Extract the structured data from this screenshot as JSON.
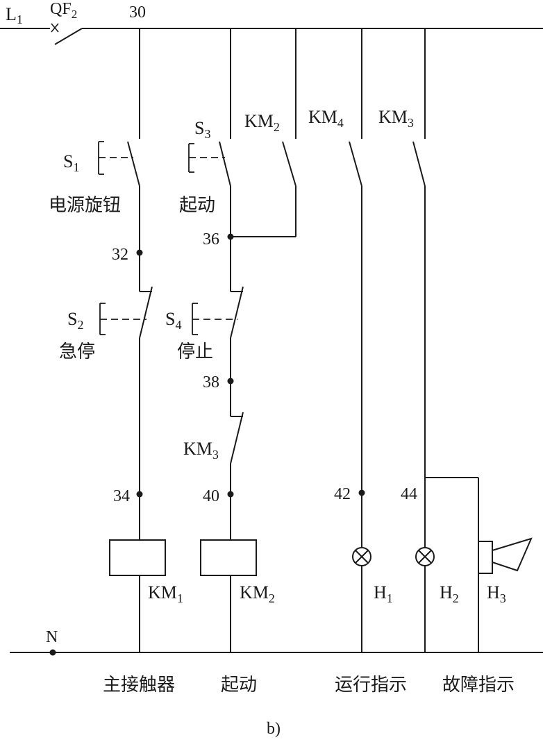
{
  "diagram": {
    "caption": "b)",
    "supply": {
      "l1_main": "L",
      "l1_sub": "1",
      "breaker_main": "QF",
      "breaker_sub": "2",
      "neutral": "N",
      "node_30": "30"
    },
    "contacts": {
      "s1": {
        "main": "S",
        "sub": "1",
        "name": "电源旋钮"
      },
      "s2": {
        "main": "S",
        "sub": "2",
        "name": "急停"
      },
      "s3": {
        "main": "S",
        "sub": "3",
        "name": "起动"
      },
      "s4": {
        "main": "S",
        "sub": "4",
        "name": "停止"
      },
      "km2_aux": {
        "main": "KM",
        "sub": "2"
      },
      "km3_nc": {
        "main": "KM",
        "sub": "3"
      },
      "km4_aux": {
        "main": "KM",
        "sub": "4"
      },
      "km3_aux": {
        "main": "KM",
        "sub": "3"
      }
    },
    "nodes": {
      "n32": "32",
      "n34": "34",
      "n36": "36",
      "n38": "38",
      "n40": "40",
      "n42": "42",
      "n44": "44"
    },
    "loads": {
      "km1_coil": {
        "main": "KM",
        "sub": "1"
      },
      "km2_coil": {
        "main": "KM",
        "sub": "2"
      },
      "h1": {
        "main": "H",
        "sub": "1"
      },
      "h2": {
        "main": "H",
        "sub": "2"
      },
      "h3": {
        "main": "H",
        "sub": "3"
      }
    },
    "branch_labels": {
      "main_contactor": "主接触器",
      "start": "起动",
      "run_indication": "运行指示",
      "fault_indication": "故障指示"
    }
  }
}
